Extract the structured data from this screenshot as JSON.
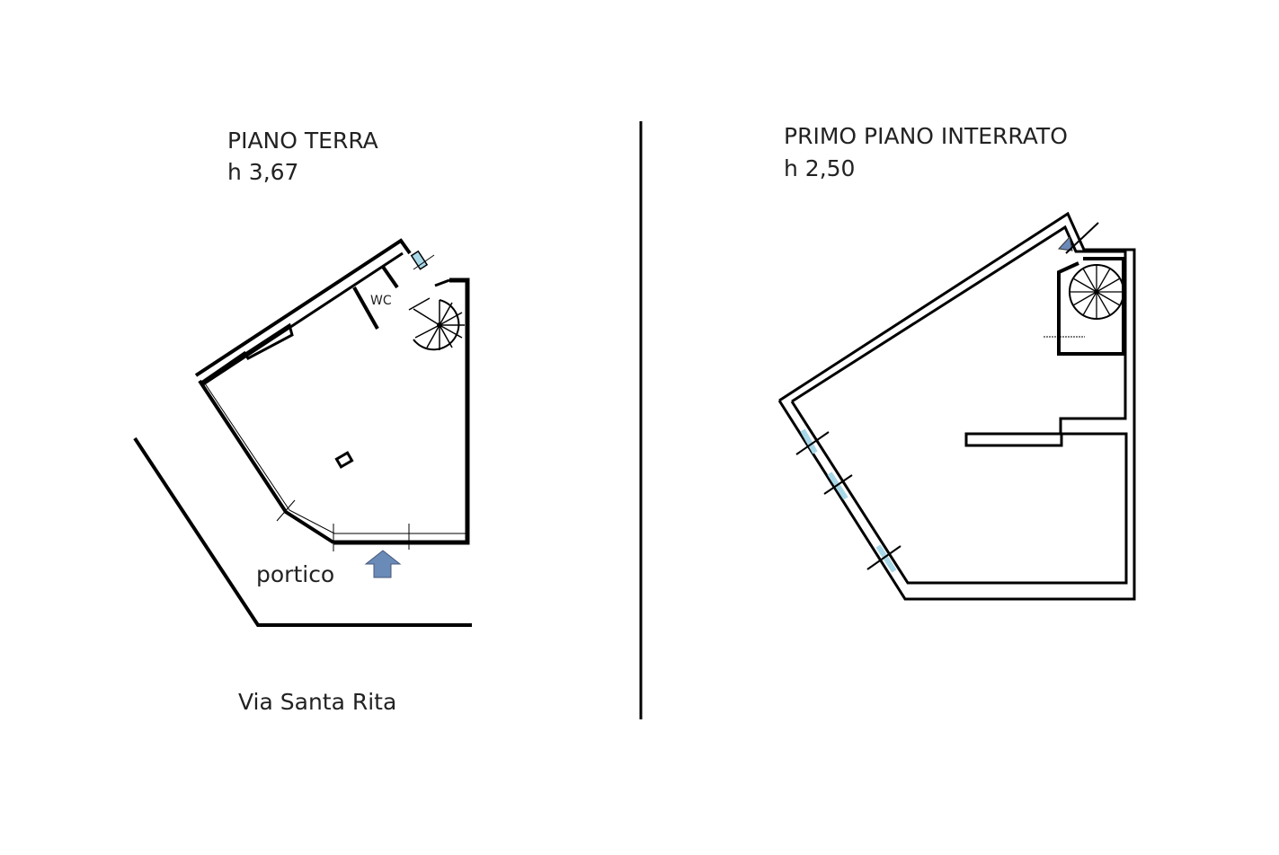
{
  "ground_floor": {
    "title": "PIANO TERRA",
    "height": "h 3,67",
    "room_label": "WC",
    "porch_label": "portico",
    "street_label": "Via Santa Rita"
  },
  "basement_floor": {
    "title": "PRIMO PIANO INTERRATO",
    "height": "h 2,50"
  },
  "colors": {
    "entrance_arrow": "#6a8ab8",
    "window_glass": "#a8d8e8"
  }
}
